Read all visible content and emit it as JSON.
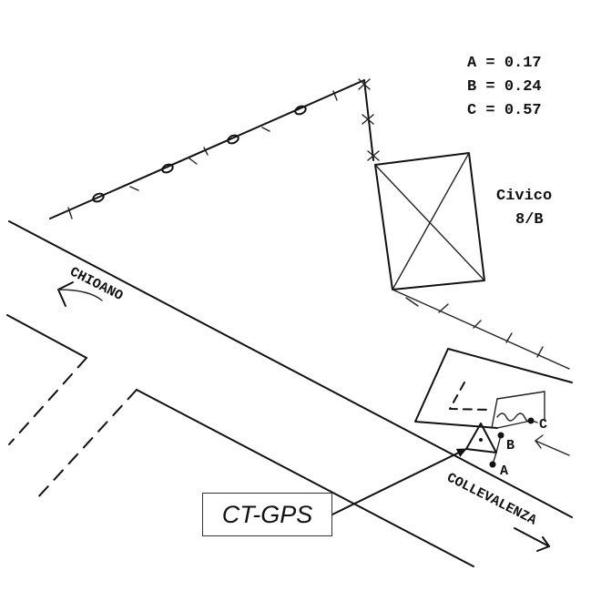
{
  "values": [
    {
      "label": "A",
      "value": "0.17"
    },
    {
      "label": "B",
      "value": "0.24"
    },
    {
      "label": "C",
      "value": "0.57"
    }
  ],
  "building": {
    "line1": "Civico",
    "line2": "8/B"
  },
  "streets": {
    "left": "CHIOANO",
    "right": "COLLEVALENZA"
  },
  "points": {
    "a": "A",
    "b": "B",
    "c": "C"
  },
  "gps_label": "CT-GPS"
}
